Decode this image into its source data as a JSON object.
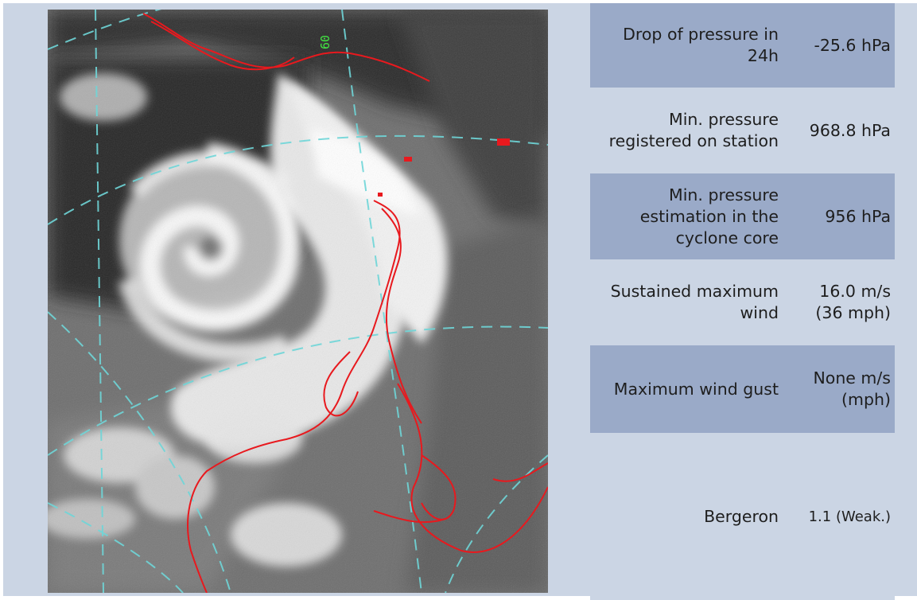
{
  "image": {
    "description_icon": "satellite-cloud-image",
    "lat_label": "60",
    "colors": {
      "coastline": "#e8191e",
      "graticule": "#6fd6d8",
      "label": "#42e642"
    }
  },
  "table": {
    "rows": [
      {
        "label": "Drop of pressure in 24h",
        "value": "-25.6 hPa"
      },
      {
        "label": "Min. pressure registered on station",
        "value": "968.8 hPa"
      },
      {
        "label": "Min. pressure estimation in the cyclone core",
        "value": "956 hPa"
      },
      {
        "label": "Sustained maximum wind",
        "value": "16.0 m/s (36 mph)"
      },
      {
        "label": "Maximum wind gust",
        "value": "None m/s (mph)"
      },
      {
        "label": "Bergeron",
        "value": "1.1 (Weak.)"
      }
    ]
  },
  "colors": {
    "background": "#cbd5e4",
    "row_dark": "#9aaac8",
    "text": "#1e1e1e"
  }
}
